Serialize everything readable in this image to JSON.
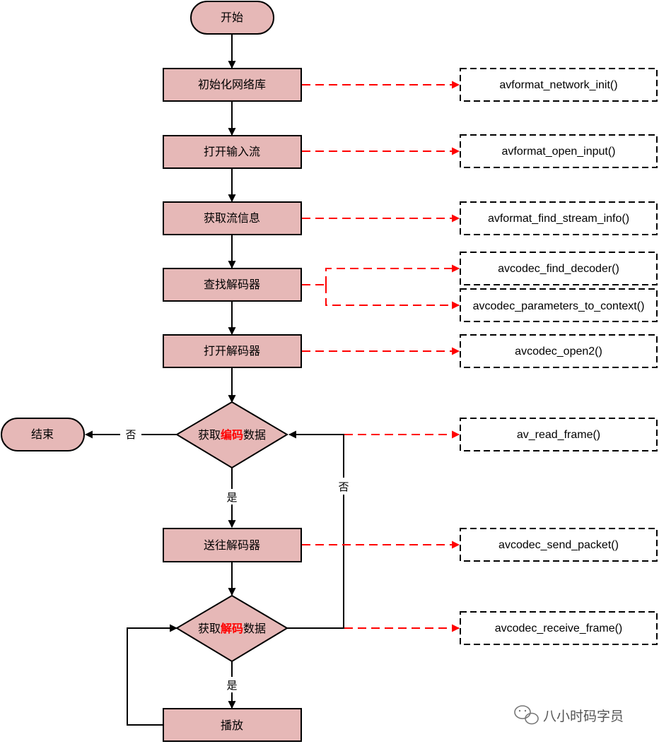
{
  "nodes": {
    "start": "开始",
    "init_network": "初始化网络库",
    "open_input": "打开输入流",
    "stream_info": "获取流信息",
    "find_decoder": "查找解码器",
    "open_decoder": "打开解码器",
    "get_encoded": {
      "prefix": "获取",
      "highlight": "编码",
      "suffix": "数据"
    },
    "end": "结束",
    "send_decoder": "送往解码器",
    "get_decoded": {
      "prefix": "获取",
      "highlight": "解码",
      "suffix": "数据"
    },
    "play": "播放"
  },
  "edge_labels": {
    "no_left": "否",
    "yes_1": "是",
    "no_loop": "否",
    "yes_2": "是"
  },
  "api_calls": {
    "network_init": "avformat_network_init()",
    "open_input": "avformat_open_input()",
    "find_stream_info": "avformat_find_stream_info()",
    "find_decoder": "avcodec_find_decoder()",
    "parameters_to_context": "avcodec_parameters_to_context()",
    "open2": "avcodec_open2()",
    "read_frame": "av_read_frame()",
    "send_packet": "avcodec_send_packet()",
    "receive_frame": "avcodec_receive_frame()"
  },
  "watermark": {
    "text": "八小时码字员",
    "icon": "wechat-icon"
  },
  "colors": {
    "node_fill": "#e6b8b7",
    "dashed_arrow": "#ff0000",
    "highlight_text": "#ff0000"
  }
}
